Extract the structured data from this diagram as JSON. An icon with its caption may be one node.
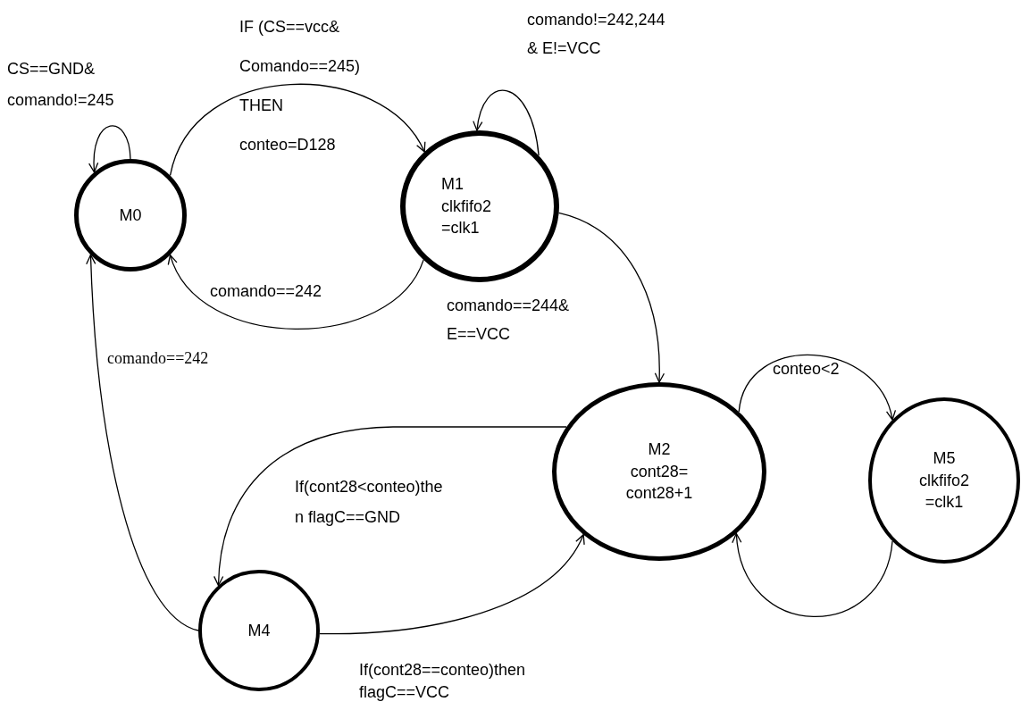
{
  "diagram": {
    "nodes": [
      {
        "text": [
          "M0"
        ]
      },
      {
        "text": [
          "M1 clkfifo2 =clk1"
        ]
      },
      {
        "text": [
          "M2 cont28= cont28+1"
        ]
      },
      {
        "text": [
          "M5 clkfifo2 =clk1"
        ]
      },
      {
        "text": [
          "M4"
        ]
      }
    ],
    "edges": [
      {
        "from": 0,
        "to": 0,
        "arrow": "to",
        "label": "CS==GND& comando!=245"
      },
      {
        "from": 0,
        "to": 1,
        "arrow": "to",
        "label": "IF (CS==vcc& Comando==245) THEN conteo=D128"
      },
      {
        "from": 1,
        "to": 1,
        "arrow": "to",
        "label": "comando!=242,244 & E!=VCC"
      },
      {
        "from": 1,
        "to": 0,
        "arrow": "to",
        "label": "comando==242"
      },
      {
        "from": 1,
        "to": 2,
        "arrow": "to",
        "label": "comando==244& E==VCC"
      },
      {
        "from": 2,
        "to": 3,
        "arrow": "to",
        "label": "conteo<2"
      },
      {
        "from": 3,
        "to": 2,
        "arrow": "to"
      },
      {
        "from": 2,
        "to": 4,
        "arrow": "to",
        "label": "If(cont28<conteo)the n flagC==GND"
      },
      {
        "from": 4,
        "to": 2,
        "arrow": "to",
        "label": "If(cont28==conteo)then flagC==VCC"
      },
      {
        "from": 4,
        "to": 0,
        "arrow": "to",
        "label": "comando==242"
      }
    ]
  }
}
